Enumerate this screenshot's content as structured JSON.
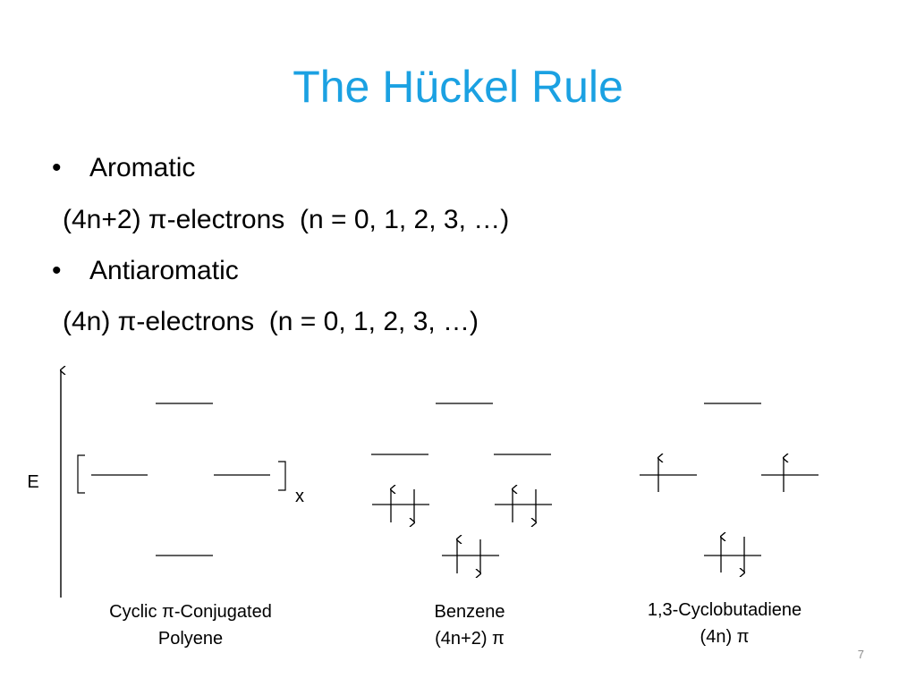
{
  "slide": {
    "title": "The Hückel Rule",
    "title_color": "#1ba1e2",
    "bullets": [
      {
        "text": "Aromatic",
        "sub": "(4n+2) π-electrons  (n = 0, 1, 2, 3, …)"
      },
      {
        "text": "Antiaromatic",
        "sub": "(4n) π-electrons  (n = 0, 1, 2, 3, …)"
      }
    ],
    "bullet_symbol": "•",
    "page_number": "7"
  },
  "diagram": {
    "axis_label": "E",
    "degeneracy_label": "x",
    "captions": [
      {
        "line1": "Cyclic π-Conjugated",
        "line2": "Polyene"
      },
      {
        "line1": "Benzene",
        "line2": "(4n+2) π"
      },
      {
        "line1": "1,3-Cyclobutadiene",
        "line2": "(4n) π"
      }
    ]
  }
}
